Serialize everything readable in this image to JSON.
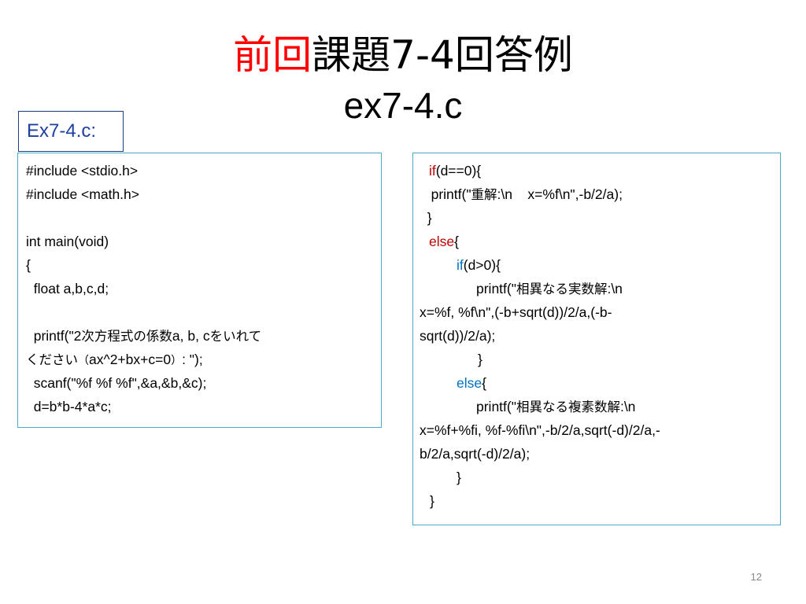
{
  "title": {
    "accent": "前回",
    "rest": "課題7-4回答例",
    "subtitle": "ex7-4.c"
  },
  "label": "Ex7-4.c:",
  "left_code": {
    "l1": "#include <stdio.h>",
    "l2": "#include <math.h>",
    "l3": "int main(void)",
    "l4": "{",
    "l5": "  float a,b,c,d;",
    "l6a": "  printf(\"2",
    "l6b": "次方程式の係数",
    "l6c": "a, b, c",
    "l6d": "をいれて",
    "l7a": "ください",
    "l7b": "（",
    "l7c": "ax^2+bx+c=0",
    "l7d": "）",
    "l7e": ": \");",
    "l8": "  scanf(\"%f %f %f\",&a,&b,&c);",
    "l9": "  d=b*b-4*a*c;"
  },
  "right_code": {
    "r1a": "if",
    "r1b": "(d==0){",
    "r2a": "   printf(\"",
    "r2b": "重解",
    "r2c": ":\\n    x=%f\\n\",-b/2/a);",
    "r3": "  }",
    "r4a": "else",
    "r4b": "{",
    "r5a": "if",
    "r5b": "(d>0){",
    "r6a": "printf(\"",
    "r6b": "相異なる実数解",
    "r6c": ":\\n",
    "r7": "x=%f, %f\\n\",(-b+sqrt(d))/2/a,(-b-",
    "r8": "sqrt(d))/2/a);",
    "r9": "}",
    "r10a": "else",
    "r10b": "{",
    "r11a": "printf(\"",
    "r11b": "相異なる複素数解",
    "r11c": ":\\n",
    "r12": "x=%f+%fi, %f-%fi\\n\",-b/2/a,sqrt(-d)/2/a,-",
    "r13": "b/2/a,sqrt(-d)/2/a);",
    "r14": "}",
    "r15": "}"
  },
  "page_number": "12",
  "colors": {
    "accent": "#ff0000",
    "keyword_red": "#c00000",
    "keyword_blue": "#0070c0",
    "box_border": "#4bacc6"
  }
}
